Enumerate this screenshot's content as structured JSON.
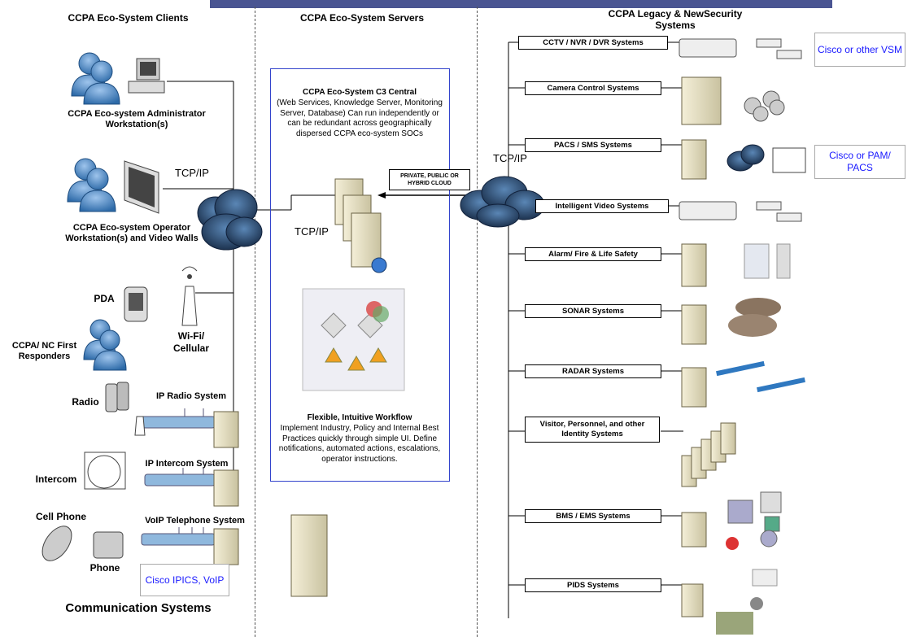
{
  "sections": {
    "clients": "CCPA Eco-System Clients",
    "servers": "CCPA Eco-System Servers",
    "legacy": "CCPA Legacy & NewSecurity Systems"
  },
  "clients": {
    "admin": "CCPA Eco-system Administrator Workstation(s)",
    "operator": "CCPA Eco-system Operator Workstation(s) and Video Walls",
    "pda": "PDA",
    "wifi": "Wi-Fi/ Cellular",
    "responders": "CCPA/ NC First Responders",
    "radio": "Radio",
    "ip_radio": "IP Radio System",
    "intercom": "Intercom",
    "ip_intercom": "IP Intercom System",
    "cell_phone": "Cell Phone",
    "phone": "Phone",
    "voip": "VoIP Telephone System",
    "cisco_ipics": "Cisco IPICS, VoIP",
    "comm_systems": "Communication Systems",
    "tcpip": "TCP/IP"
  },
  "servers": {
    "c3_title": "CCPA Eco-System C3 Central",
    "c3_body": "(Web Services, Knowledge Server, Monitoring Server, Database) Can run independently or can be redundant across geographically dispersed CCPA eco-system SOCs",
    "tcpip": "TCP/IP",
    "cloud_label": "PRIVATE, PUBLIC OR HYBRID CLOUD",
    "workflow_title": "Flexible, Intuitive Workflow",
    "workflow_body": "Implement Industry, Policy and Internal Best Practices quickly through simple UI. Define notifications, automated actions, escalations, operator instructions."
  },
  "legacy": {
    "tcpip": "TCP/IP",
    "systems": [
      "CCTV / NVR / DVR Systems",
      "Camera Control Systems",
      "PACS / SMS Systems",
      "Intelligent Video Systems",
      "Alarm/ Fire & Life Safety",
      "SONAR Systems",
      "RADAR Systems",
      "Visitor, Personnel, and other Identity Systems",
      "BMS / EMS Systems",
      "PIDS Systems"
    ],
    "cisco_vsm": "Cisco or other VSM",
    "cisco_pam": "Cisco or PAM/ PACS"
  },
  "colors": {
    "banner": "#4a5592",
    "link_blue": "#1a1aff",
    "cloud": "#2a4466",
    "bus_blue": "#8fb8dd"
  }
}
